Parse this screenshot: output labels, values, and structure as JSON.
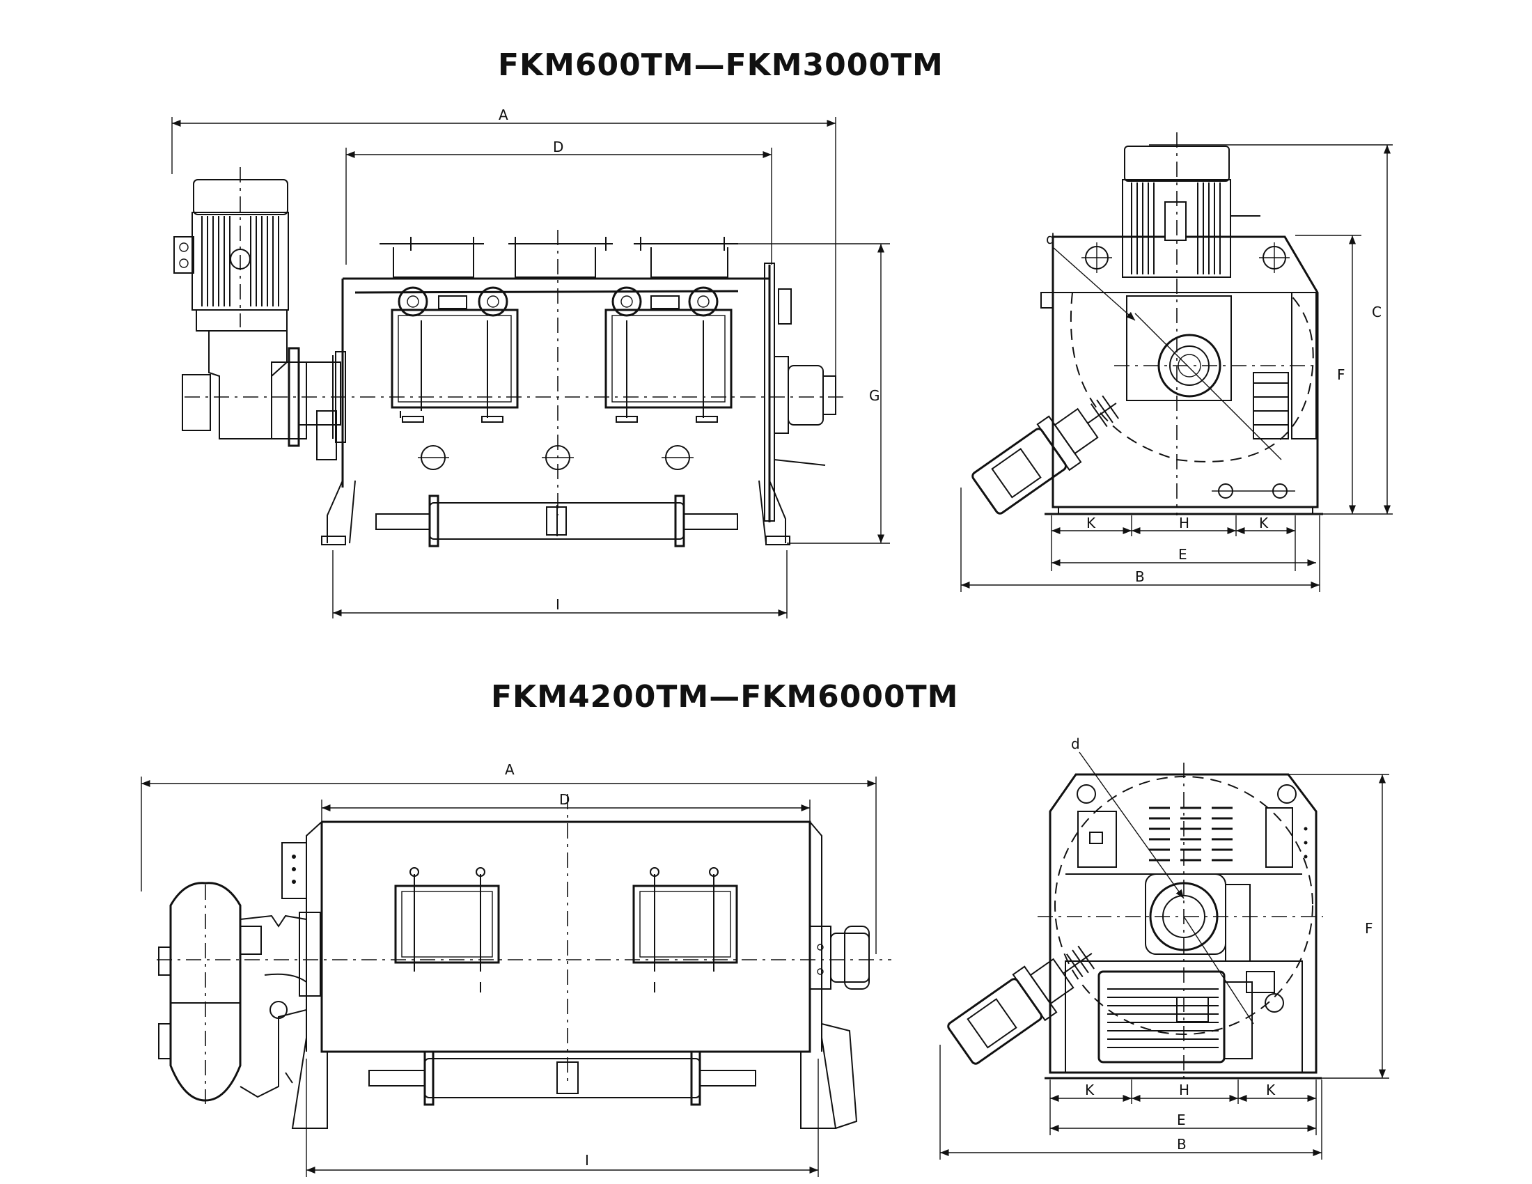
{
  "titles": {
    "top": "FKM600TM—FKM3000TM",
    "bottom": "FKM4200TM—FKM6000TM"
  },
  "top_front": {
    "A": "A",
    "D": "D",
    "G": "G",
    "I": "I"
  },
  "top_side": {
    "d": "d",
    "C": "C",
    "F": "F",
    "K1": "K",
    "H": "H",
    "K2": "K",
    "E": "E",
    "B": "B"
  },
  "bottom_front": {
    "A": "A",
    "D": "D",
    "I": "I"
  },
  "bottom_side": {
    "d": "d",
    "F": "F",
    "K1": "K",
    "H": "H",
    "K2": "K",
    "E": "E",
    "B": "B"
  }
}
